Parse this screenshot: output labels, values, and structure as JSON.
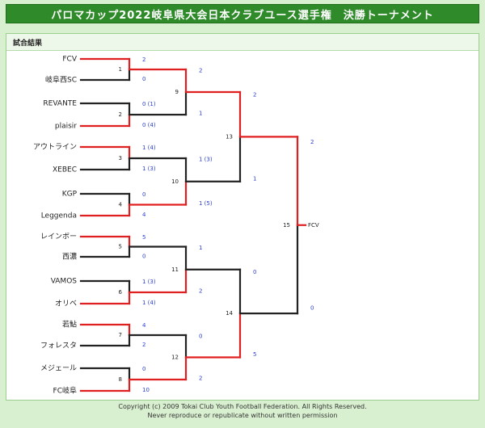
{
  "title": "パロマカップ2022岐阜県大会日本クラブユース選手権　決勝トーナメント",
  "panel_title": "試合結果",
  "colors": {
    "winner": "#e02020",
    "loser": "#222222",
    "score": "#2a3fd0",
    "header": "#2f8a2a"
  },
  "teams": [
    "FCV",
    "岐阜西SC",
    "REVANTE",
    "plaisir",
    "アウトライン",
    "XEBEC",
    "KGP",
    "Leggenda",
    "レインボー",
    "西濃",
    "VAMOS",
    "オリベ",
    "若鮎",
    "フォレスタ",
    "メジェール",
    "FC岐阜"
  ],
  "round1": [
    {
      "no": "1",
      "top": "2",
      "bottom": "0",
      "winner": "top"
    },
    {
      "no": "2",
      "top": "0 (1)",
      "bottom": "0 (4)",
      "winner": "bottom"
    },
    {
      "no": "3",
      "top": "1 (4)",
      "bottom": "1 (3)",
      "winner": "top"
    },
    {
      "no": "4",
      "top": "0",
      "bottom": "4",
      "winner": "bottom"
    },
    {
      "no": "5",
      "top": "5",
      "bottom": "0",
      "winner": "top"
    },
    {
      "no": "6",
      "top": "1 (3)",
      "bottom": "1 (4)",
      "winner": "bottom"
    },
    {
      "no": "7",
      "top": "4",
      "bottom": "2",
      "winner": "top"
    },
    {
      "no": "8",
      "top": "0",
      "bottom": "10",
      "winner": "bottom"
    }
  ],
  "round2": [
    {
      "no": "9",
      "top": "2",
      "bottom": "1",
      "winner": "top"
    },
    {
      "no": "10",
      "top": "1 (3)",
      "bottom": "1 (5)",
      "winner": "bottom"
    },
    {
      "no": "11",
      "top": "1",
      "bottom": "2",
      "winner": "bottom"
    },
    {
      "no": "12",
      "top": "0",
      "bottom": "2",
      "winner": "bottom"
    }
  ],
  "round3": [
    {
      "no": "13",
      "top": "2",
      "bottom": "1",
      "winner": "top"
    },
    {
      "no": "14",
      "top": "0",
      "bottom": "5",
      "winner": "bottom"
    }
  ],
  "final": {
    "no": "15",
    "top": "2",
    "bottom": "0",
    "winner": "top",
    "champion": "FCV"
  },
  "footer": {
    "line1": "Copyright (c) 2009 Tokai Club Youth Football Federation. All Rights Reserved.",
    "line2": "Never reproduce or republicate without written permission"
  }
}
